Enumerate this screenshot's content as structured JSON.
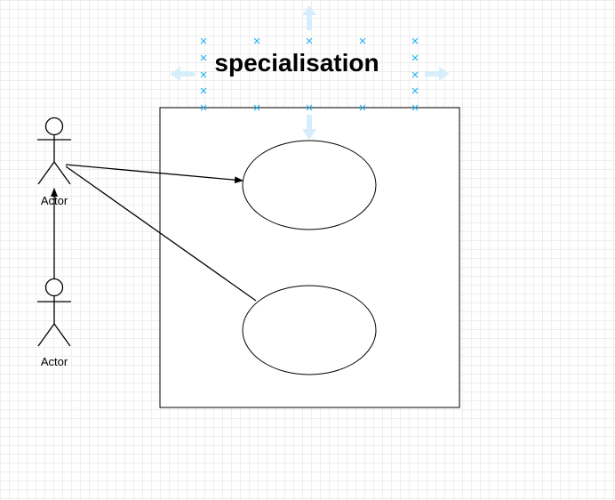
{
  "diagram": {
    "title": "specialisation",
    "actors": [
      {
        "label": "Actor"
      },
      {
        "label": "Actor"
      }
    ],
    "colors": {
      "stroke": "#000000",
      "selection": "#29b6f2",
      "hint_arrow": "#d6eefb"
    }
  }
}
